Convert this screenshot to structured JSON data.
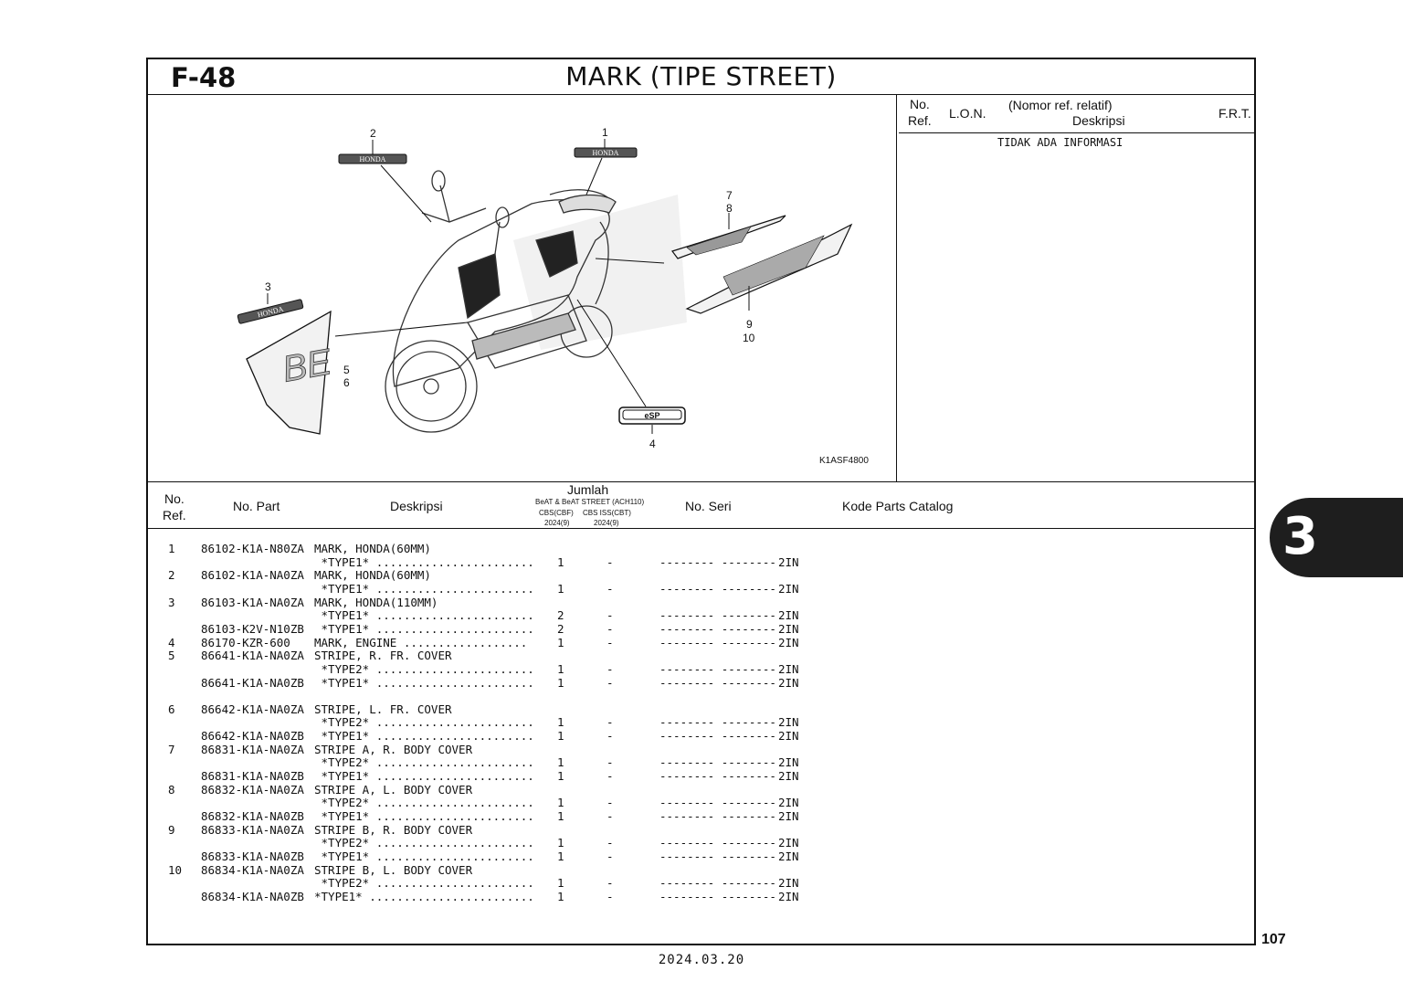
{
  "header": {
    "figure_code": "F-48",
    "title": "MARK (TIPE STREET)"
  },
  "illustration": {
    "code": "K1ASF4800",
    "callouts": [
      "1",
      "2",
      "3",
      "4",
      "5",
      "6",
      "7",
      "8",
      "9",
      "10"
    ],
    "icons": [
      "scooter-illustration-icon",
      "honda-emblem-icon",
      "esp-emblem-icon",
      "stripe-decal-icon"
    ]
  },
  "related": {
    "no_label": "No.",
    "ref_label": "Ref.",
    "lon_label": "L.O.N.",
    "nomor_label": "(Nomor ref. relatif)",
    "desc_label": "Deskripsi",
    "frt_label": "F.R.T.",
    "info": "TIDAK ADA INFORMASI"
  },
  "table": {
    "headers": {
      "no": "No.",
      "ref": "Ref.",
      "part": "No. Part",
      "desc": "Deskripsi",
      "jumlah": "Jumlah",
      "model": "BeAT & BeAT STREET (ACH110)",
      "col1": "CBS(CBF)",
      "col2": "CBS ISS(CBT)",
      "year1": "2024(9)",
      "year2": "2024(9)",
      "seri": "No. Seri",
      "kode": "Kode Parts Catalog"
    },
    "rows": [
      {
        "ref": "1",
        "part": "86102-K1A-N80ZA",
        "desc": "MARK, HONDA(60MM)",
        "q1": "",
        "q2": "",
        "seri": "",
        "kode": ""
      },
      {
        "ref": "",
        "part": "",
        "desc": " *TYPE1* .......................",
        "q1": "1",
        "q2": "-",
        "seri": "-------- --------",
        "kode": "2IN"
      },
      {
        "ref": "2",
        "part": "86102-K1A-NA0ZA",
        "desc": "MARK, HONDA(60MM)",
        "q1": "",
        "q2": "",
        "seri": "",
        "kode": ""
      },
      {
        "ref": "",
        "part": "",
        "desc": " *TYPE1* .......................",
        "q1": "1",
        "q2": "-",
        "seri": "-------- --------",
        "kode": "2IN"
      },
      {
        "ref": "3",
        "part": "86103-K1A-NA0ZA",
        "desc": "MARK, HONDA(110MM)",
        "q1": "",
        "q2": "",
        "seri": "",
        "kode": ""
      },
      {
        "ref": "",
        "part": "",
        "desc": " *TYPE1* .......................",
        "q1": "2",
        "q2": "-",
        "seri": "-------- --------",
        "kode": "2IN"
      },
      {
        "ref": "",
        "part": "86103-K2V-N10ZB",
        "desc": " *TYPE1* .......................",
        "q1": "2",
        "q2": "-",
        "seri": "-------- --------",
        "kode": "2IN"
      },
      {
        "ref": "4",
        "part": "86170-KZR-600",
        "desc": "MARK, ENGINE ..................",
        "q1": "1",
        "q2": "-",
        "seri": "-------- --------",
        "kode": "2IN"
      },
      {
        "ref": "5",
        "part": "86641-K1A-NA0ZA",
        "desc": "STRIPE, R. FR. COVER",
        "q1": "",
        "q2": "",
        "seri": "",
        "kode": ""
      },
      {
        "ref": "",
        "part": "",
        "desc": " *TYPE2* .......................",
        "q1": "1",
        "q2": "-",
        "seri": "-------- --------",
        "kode": "2IN"
      },
      {
        "ref": "",
        "part": "86641-K1A-NA0ZB",
        "desc": " *TYPE1* .......................",
        "q1": "1",
        "q2": "-",
        "seri": "-------- --------",
        "kode": "2IN"
      },
      {
        "ref": "",
        "part": "",
        "desc": "",
        "q1": "",
        "q2": "",
        "seri": "",
        "kode": ""
      },
      {
        "ref": "6",
        "part": "86642-K1A-NA0ZA",
        "desc": "STRIPE, L. FR. COVER",
        "q1": "",
        "q2": "",
        "seri": "",
        "kode": ""
      },
      {
        "ref": "",
        "part": "",
        "desc": " *TYPE2* .......................",
        "q1": "1",
        "q2": "-",
        "seri": "-------- --------",
        "kode": "2IN"
      },
      {
        "ref": "",
        "part": "86642-K1A-NA0ZB",
        "desc": " *TYPE1* .......................",
        "q1": "1",
        "q2": "-",
        "seri": "-------- --------",
        "kode": "2IN"
      },
      {
        "ref": "7",
        "part": "86831-K1A-NA0ZA",
        "desc": "STRIPE A, R. BODY COVER",
        "q1": "",
        "q2": "",
        "seri": "",
        "kode": ""
      },
      {
        "ref": "",
        "part": "",
        "desc": " *TYPE2* .......................",
        "q1": "1",
        "q2": "-",
        "seri": "-------- --------",
        "kode": "2IN"
      },
      {
        "ref": "",
        "part": "86831-K1A-NA0ZB",
        "desc": " *TYPE1* .......................",
        "q1": "1",
        "q2": "-",
        "seri": "-------- --------",
        "kode": "2IN"
      },
      {
        "ref": "8",
        "part": "86832-K1A-NA0ZA",
        "desc": "STRIPE A, L. BODY COVER",
        "q1": "",
        "q2": "",
        "seri": "",
        "kode": ""
      },
      {
        "ref": "",
        "part": "",
        "desc": " *TYPE2* .......................",
        "q1": "1",
        "q2": "-",
        "seri": "-------- --------",
        "kode": "2IN"
      },
      {
        "ref": "",
        "part": "86832-K1A-NA0ZB",
        "desc": " *TYPE1* .......................",
        "q1": "1",
        "q2": "-",
        "seri": "-------- --------",
        "kode": "2IN"
      },
      {
        "ref": "9",
        "part": "86833-K1A-NA0ZA",
        "desc": "STRIPE B, R. BODY COVER",
        "q1": "",
        "q2": "",
        "seri": "",
        "kode": ""
      },
      {
        "ref": "",
        "part": "",
        "desc": " *TYPE2* .......................",
        "q1": "1",
        "q2": "-",
        "seri": "-------- --------",
        "kode": "2IN"
      },
      {
        "ref": "",
        "part": "86833-K1A-NA0ZB",
        "desc": " *TYPE1* .......................",
        "q1": "1",
        "q2": "-",
        "seri": "-------- --------",
        "kode": "2IN"
      },
      {
        "ref": "10",
        "part": "86834-K1A-NA0ZA",
        "desc": "STRIPE B, L. BODY COVER",
        "q1": "",
        "q2": "",
        "seri": "",
        "kode": ""
      },
      {
        "ref": "",
        "part": "",
        "desc": " *TYPE2* .......................",
        "q1": "1",
        "q2": "-",
        "seri": "-------- --------",
        "kode": "2IN"
      },
      {
        "ref": "",
        "part": "86834-K1A-NA0ZB",
        "desc": "*TYPE1* ........................",
        "q1": "1",
        "q2": "-",
        "seri": "-------- --------",
        "kode": "2IN"
      }
    ]
  },
  "side_tab": {
    "label": "3"
  },
  "footer": {
    "page": "107",
    "date": "2024.03.20"
  }
}
